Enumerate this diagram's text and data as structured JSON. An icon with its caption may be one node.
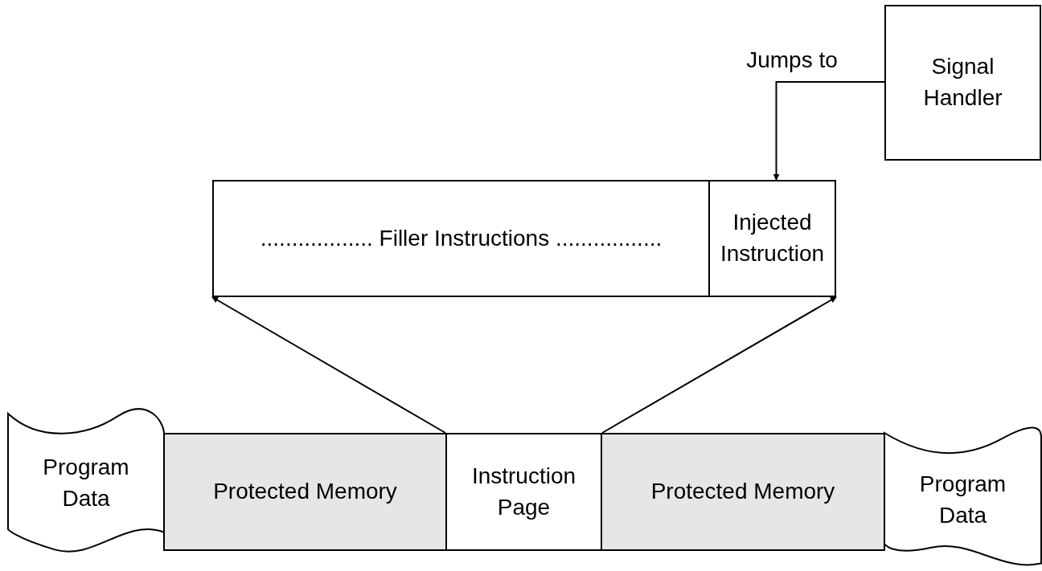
{
  "diagram": {
    "nodes": [
      {
        "text": [
          "Signal Handler"
        ]
      },
      {
        "text": [
          ".................. Filler Instructions ................."
        ]
      },
      {
        "text": [
          "Injected Instruction"
        ]
      },
      {
        "text": [
          "Program Data"
        ]
      },
      {
        "text": [
          "Protected Memory"
        ]
      },
      {
        "text": [
          "Instruction Page"
        ]
      },
      {
        "text": [
          "Protected Memory"
        ]
      },
      {
        "text": [
          "Program Data"
        ]
      }
    ],
    "edges": [
      {
        "from": 0,
        "to": 2,
        "arrow": "to",
        "label": "Jumps to"
      },
      {
        "from": 5,
        "to": 1,
        "arrow": "to"
      },
      {
        "from": 5,
        "to": 2,
        "arrow": "to"
      }
    ]
  }
}
